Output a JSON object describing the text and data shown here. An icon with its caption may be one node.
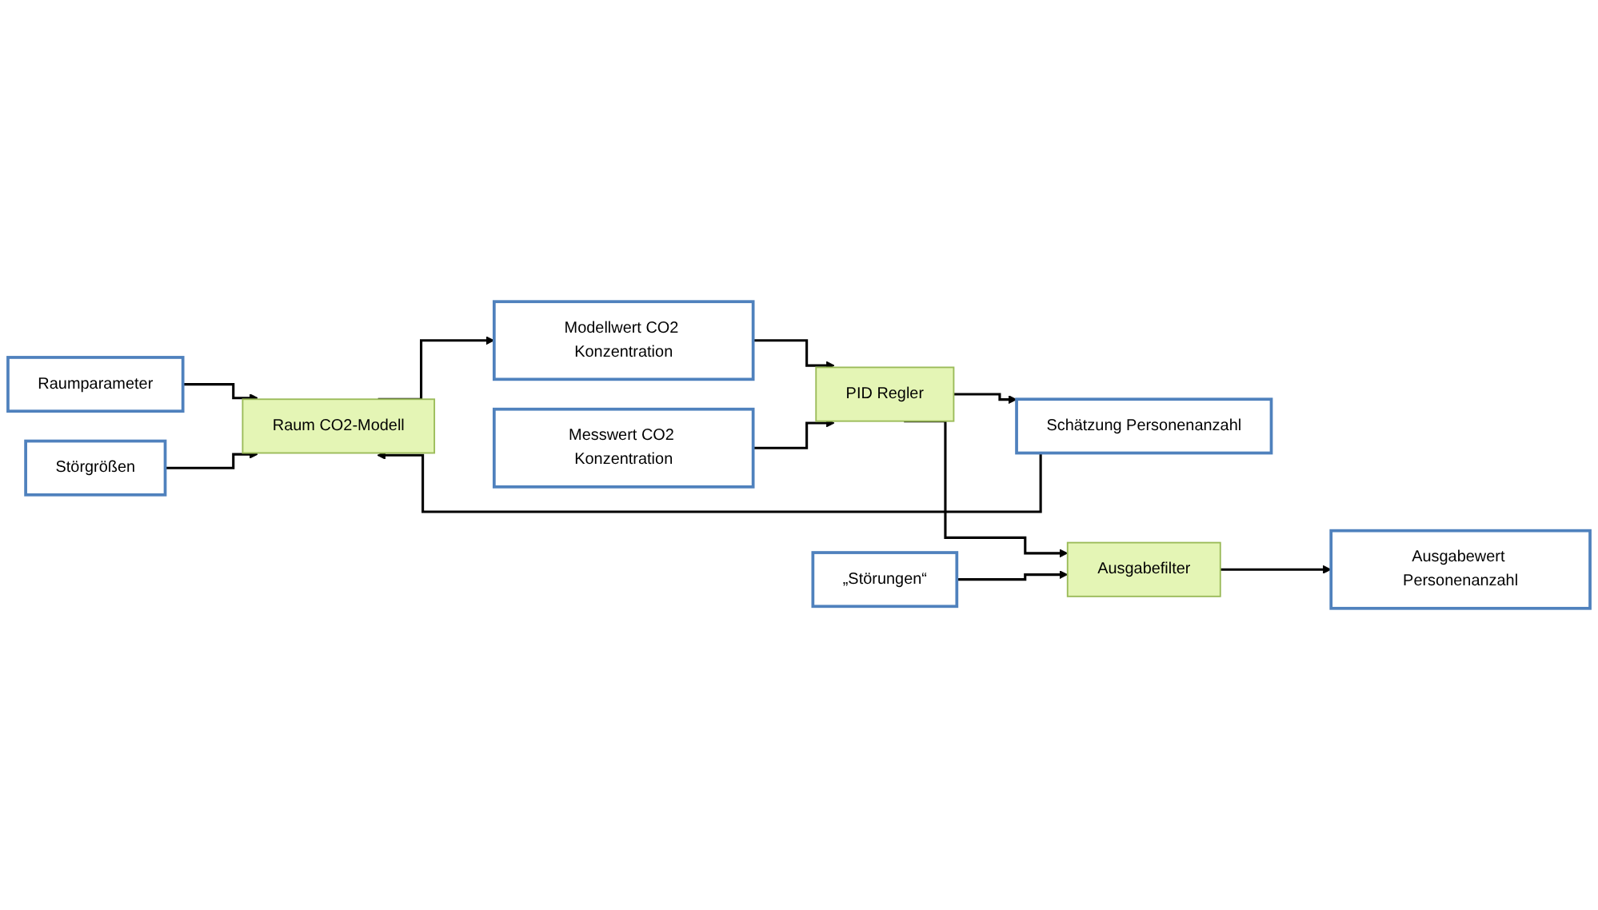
{
  "diagram": {
    "nodes": [
      {
        "text": [
          "Raumparameter"
        ]
      },
      {
        "text": [
          "Störgrößen"
        ]
      },
      {
        "text": [
          "Schätzung Personenanzahl"
        ]
      },
      {
        "text": [
          "Raum CO2-Modell"
        ]
      },
      {
        "text": [
          "Modellwert CO2 Konzentration"
        ]
      },
      {
        "text": [
          "PID Regler"
        ]
      },
      {
        "text": [
          "Messwert CO2 Konzentration"
        ]
      },
      {
        "text": [
          "Ausgabefilter"
        ]
      },
      {
        "text": [
          "„Störungen“"
        ]
      },
      {
        "text": [
          "Ausgabewert Personenanzahl"
        ]
      }
    ],
    "edges": [
      {
        "from": 0,
        "to": 3,
        "arrow": "to"
      },
      {
        "from": 1,
        "to": 3,
        "arrow": "to"
      },
      {
        "from": 2,
        "to": 3,
        "arrow": "to"
      },
      {
        "from": 3,
        "to": 4,
        "arrow": "to"
      },
      {
        "from": 4,
        "to": 5,
        "arrow": "to"
      },
      {
        "from": 6,
        "to": 5,
        "arrow": "to"
      },
      {
        "from": 5,
        "to": 2,
        "arrow": "to"
      },
      {
        "from": 5,
        "to": 7,
        "arrow": "to"
      },
      {
        "from": 8,
        "to": 7,
        "arrow": "to"
      },
      {
        "from": 7,
        "to": 9,
        "arrow": "to"
      }
    ]
  }
}
